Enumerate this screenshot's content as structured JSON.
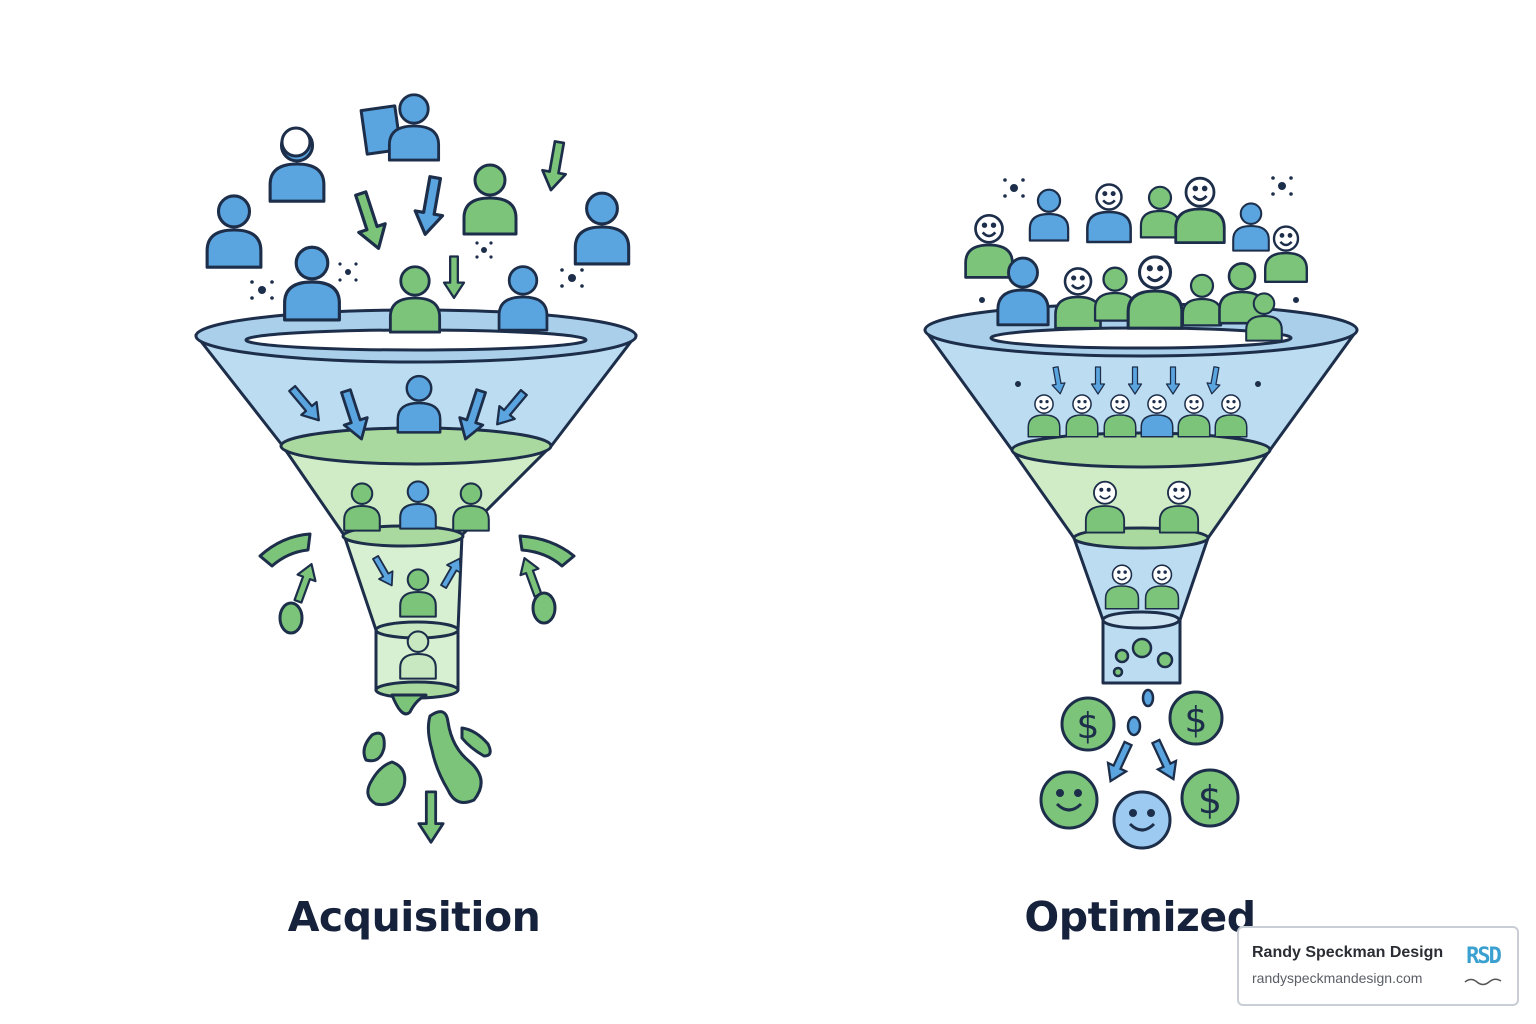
{
  "funnels": [
    {
      "caption": "Acquisition"
    },
    {
      "caption": "Optimized"
    }
  ],
  "brand_badge": {
    "name": "Randy Speckman Design",
    "url": "randyspeckmandesign.com",
    "logo_text": "RSD"
  },
  "colors": {
    "blue": "#5aa5e0",
    "green": "#7cc47a",
    "blue_fill": "#bcdcf1",
    "green_fill": "#cfecc7",
    "outline": "#1d2e4a",
    "logo": "#3aa0d0"
  }
}
